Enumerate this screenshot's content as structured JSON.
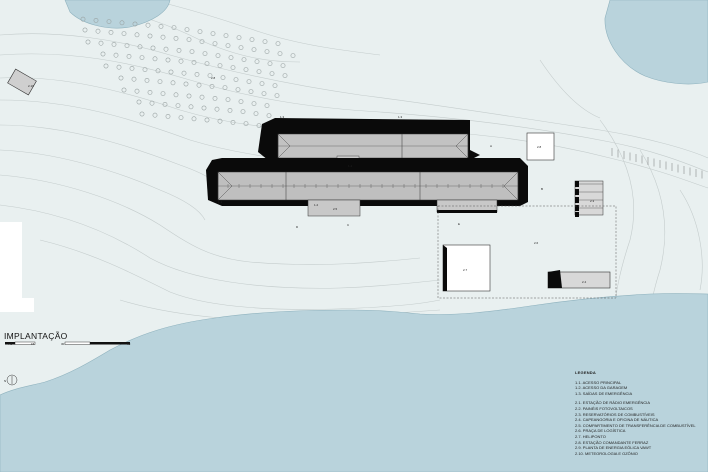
{
  "title": "IMPLANTAÇÃO",
  "scale": {
    "ticks_1": [
      "7.5",
      "15"
    ],
    "ticks_2": [
      "30",
      "60"
    ]
  },
  "north": "N",
  "legend": {
    "title": "LEGENDA",
    "group1": [
      "1.1. ACESSO PRINCIPAL",
      "1.2. ACESSO DA GARAGEM",
      "1.3. SAÍDAS DE EMERGÊNCIA"
    ],
    "group2": [
      "2.1. ESTAÇÃO DE RÁDIO EMERGÊNCIA",
      "2.2. PAINÉIS FOTOVOLTAICOS",
      "2.3. RESERVATÓRIOS DE COMBUSTÍVEIS",
      "2.4. CAPEANGORIA E OFICINA DE NÁUTICA",
      "2.5. COMPARTIMENTO DE TRANSFERÊNCIA DE COMBUSTÍVEL",
      "2.6. PRAÇA DE LOGÍSTICA",
      "2.7. HELIPONTO",
      "2.8. ESTAÇÃO COMANDANTE FERRAZ",
      "2.9. PLANTA DE ENERGIA EÓLICA VAWT",
      "2.10. METEOROLOGIA E OZÔNIO"
    ]
  },
  "map_labels": {
    "hut_left": "2.10",
    "solar_field": "2.8",
    "sq_right": "2.8",
    "tanks": "2.3",
    "helipad": "2.7",
    "workshop": "2.4",
    "plaza": "2.6",
    "annex": "2.5",
    "access_1": "1.3",
    "access_2": "1.3",
    "access_3": "1.1",
    "access_4": "1.2",
    "marker_a": "A",
    "marker_b": "B",
    "marker_c": "C",
    "marker_d": "D",
    "marker_e": "E",
    "link": "1.4"
  },
  "colors": {
    "background": "#e9f0f0",
    "water": "#b9d3dc",
    "building_black": "#0a0a0a",
    "roof": "#b8b8b8",
    "contour": "#c4cccc"
  }
}
